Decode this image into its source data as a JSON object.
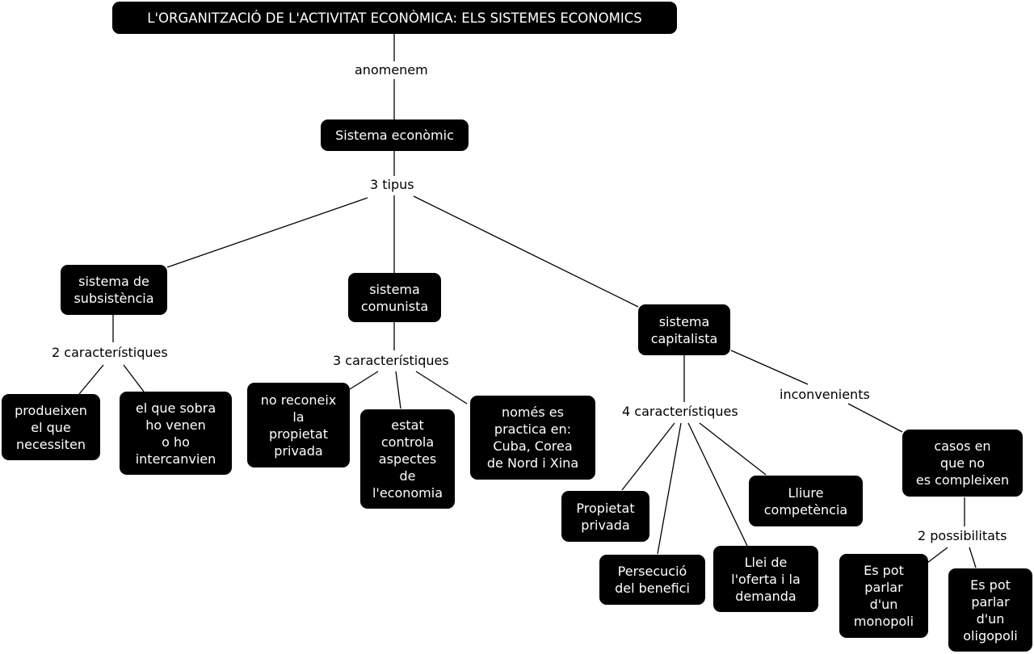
{
  "title": "L'ORGANITZACIÓ DE L'ACTIVITAT ECONÒMICA: ELS SISTEMES ECONOMICS",
  "labels": {
    "anomenem": "anomenem",
    "tipus": "3 tipus",
    "subs_char": "2 característiques",
    "com_char": "3 característiques",
    "cap_char": "4 característiques",
    "inconvenients": "inconvenients",
    "possibilitats": "2 possibilitats"
  },
  "nodes": {
    "sistema_economic": "Sistema econòmic",
    "subsistencia": "sistema de\nsubsistència",
    "comunista": "sistema\ncomunista",
    "capitalista": "sistema\ncapitalista",
    "produeixen": "produeixen\nel que\nnecessiten",
    "sobra": "el que sobra\nho venen\no ho\nintercanvien",
    "no_reconeix": "no reconeix\nla\npropietat\nprivada",
    "estat": "estat\ncontrola\naspectes\nde\nl'economia",
    "nomes": "només es\npractica en:\nCuba, Corea\nde Nord i Xina",
    "propietat": "Propietat\nprivada",
    "persecucio": "Persecució\ndel benefici",
    "llei": "Llei de\nl'oferta i la\ndemanda",
    "lliure": "Lliure\ncompetència",
    "casos": "casos en\nque no\nes compleixen",
    "monopoli": "Es pot\nparlar\nd'un\nmonopoli",
    "oligopoli": "Es pot\nparlar\nd'un\noligopoli"
  }
}
